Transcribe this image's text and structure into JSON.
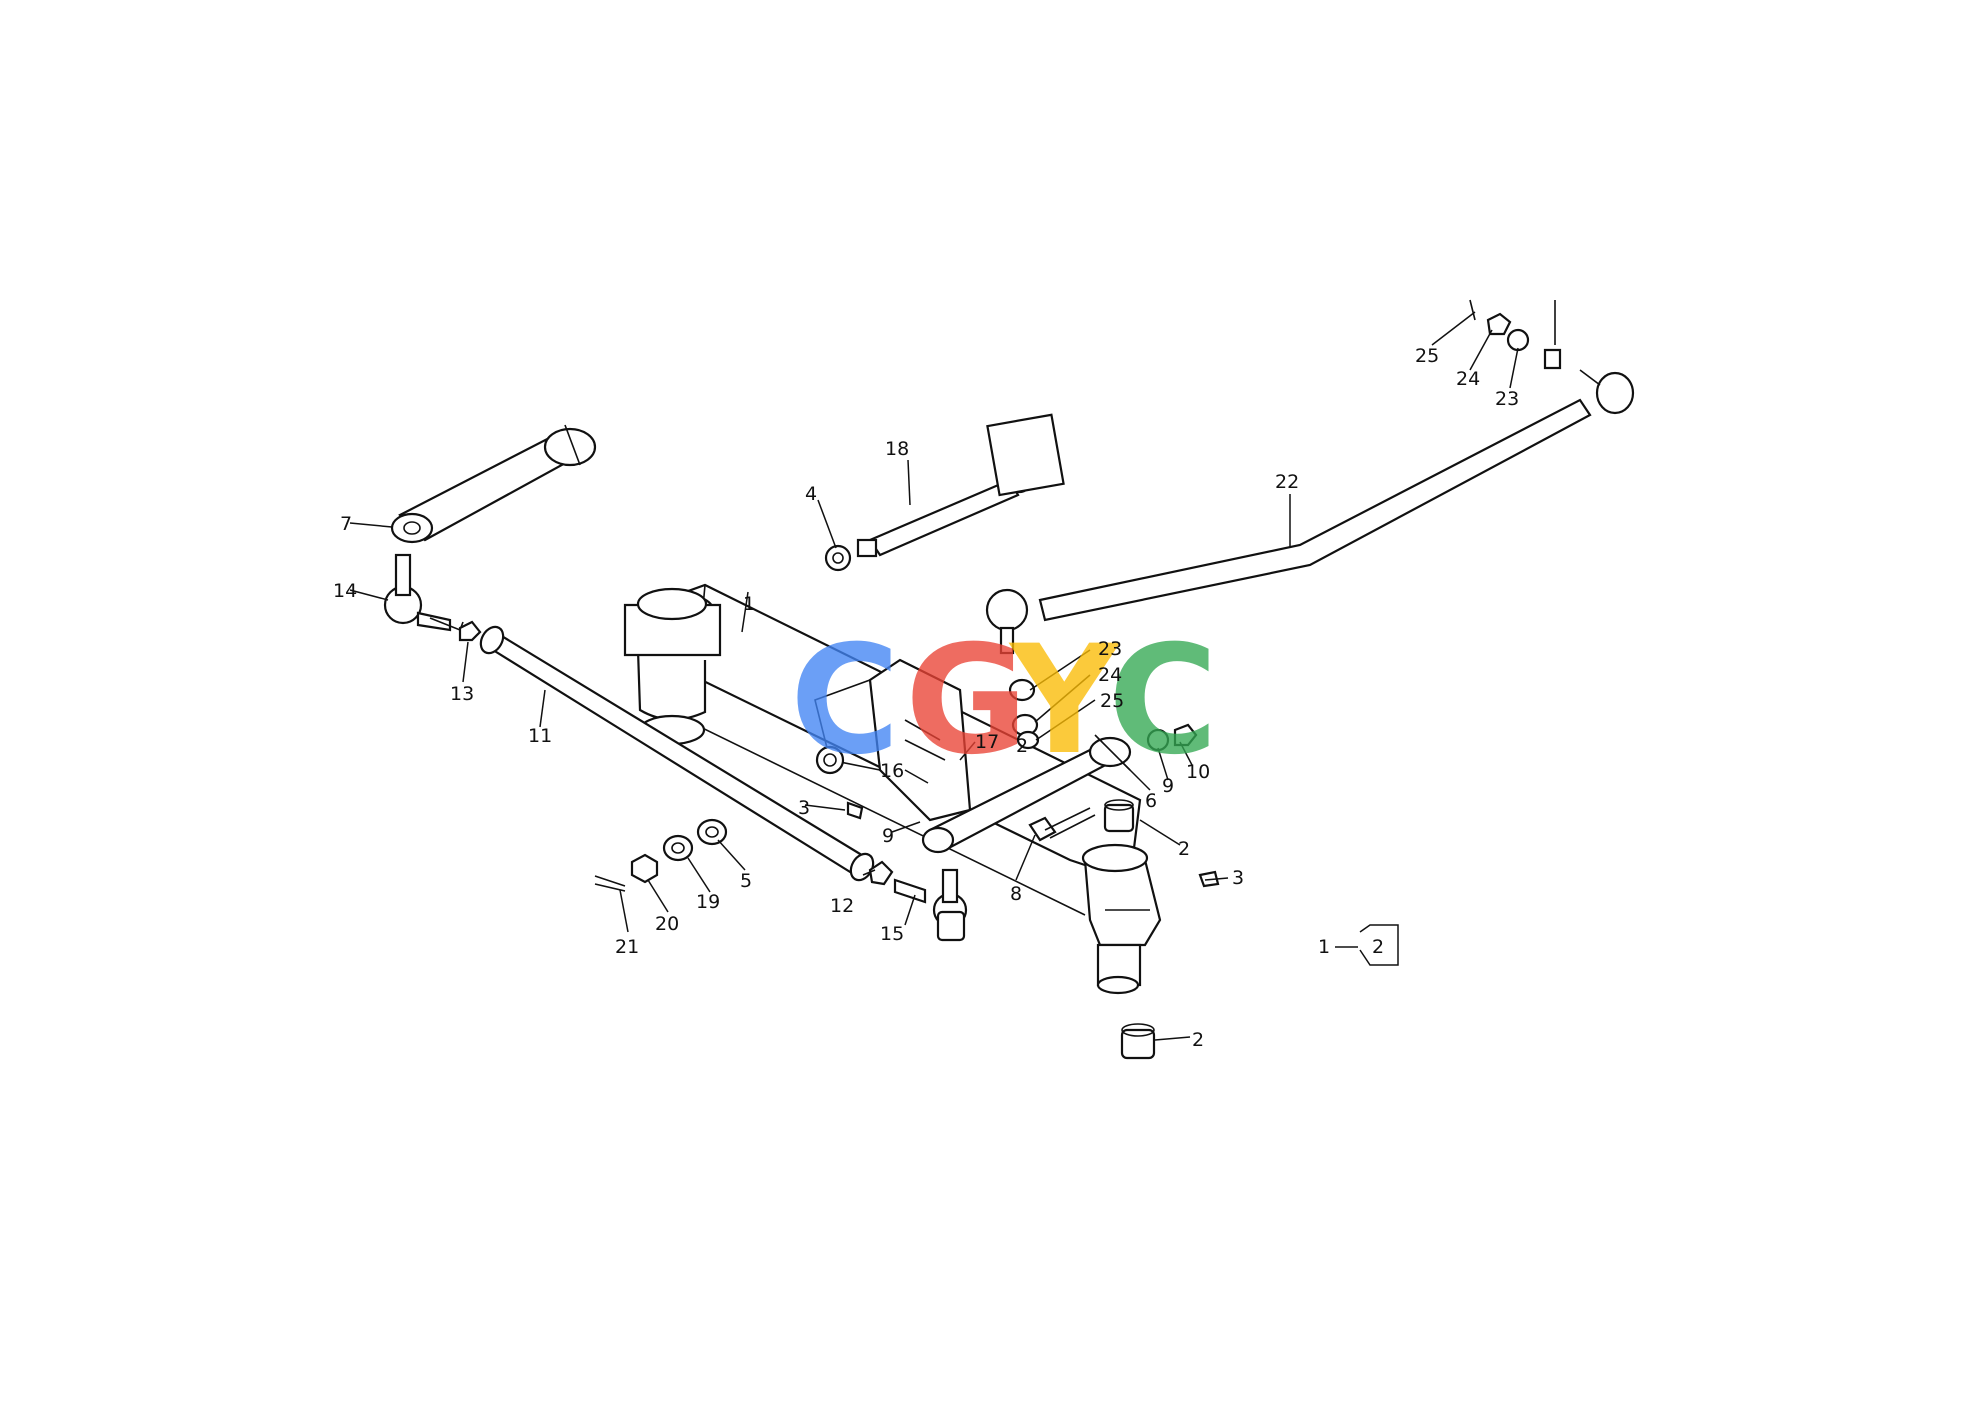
{
  "watermark": {
    "letters": [
      {
        "char": "C",
        "color": "#4285F4"
      },
      {
        "char": "G",
        "color": "#EA4335"
      },
      {
        "char": "Y",
        "color": "#FBBC05"
      },
      {
        "char": "C",
        "color": "#34A853"
      }
    ]
  },
  "callouts": [
    {
      "id": "c1",
      "text": "1"
    },
    {
      "id": "c2a",
      "text": "2"
    },
    {
      "id": "c2b",
      "text": "2"
    },
    {
      "id": "c2c",
      "text": "2"
    },
    {
      "id": "c3a",
      "text": "3"
    },
    {
      "id": "c3b",
      "text": "3"
    },
    {
      "id": "c4",
      "text": "4"
    },
    {
      "id": "c5",
      "text": "5"
    },
    {
      "id": "c6",
      "text": "6"
    },
    {
      "id": "c7",
      "text": "7"
    },
    {
      "id": "c8",
      "text": "8"
    },
    {
      "id": "c9a",
      "text": "9"
    },
    {
      "id": "c9b",
      "text": "9"
    },
    {
      "id": "c10",
      "text": "10"
    },
    {
      "id": "c11",
      "text": "11"
    },
    {
      "id": "c12",
      "text": "12"
    },
    {
      "id": "c13",
      "text": "13"
    },
    {
      "id": "c14",
      "text": "14"
    },
    {
      "id": "c15",
      "text": "15"
    },
    {
      "id": "c16",
      "text": "16"
    },
    {
      "id": "c17",
      "text": "17"
    },
    {
      "id": "c18",
      "text": "18"
    },
    {
      "id": "c19",
      "text": "19"
    },
    {
      "id": "c20",
      "text": "20"
    },
    {
      "id": "c21",
      "text": "21"
    },
    {
      "id": "c22",
      "text": "22"
    },
    {
      "id": "c23a",
      "text": "23"
    },
    {
      "id": "c23b",
      "text": "23"
    },
    {
      "id": "c24a",
      "text": "24"
    },
    {
      "id": "c24b",
      "text": "24"
    },
    {
      "id": "c25a",
      "text": "25"
    },
    {
      "id": "c25b",
      "text": "25"
    }
  ],
  "assembly_note": {
    "left": "1",
    "right": "2"
  }
}
